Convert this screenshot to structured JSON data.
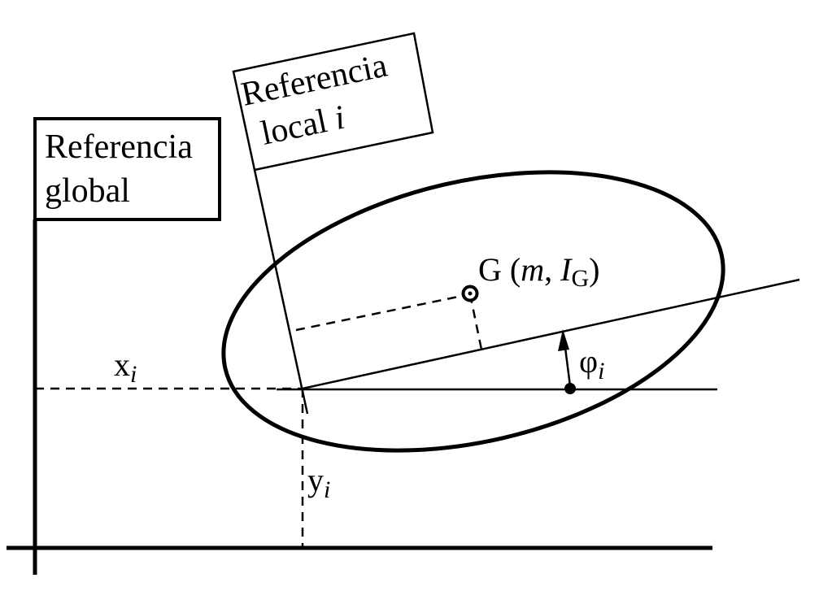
{
  "diagram": {
    "global_frame": {
      "line1": "Referencia",
      "line2": "global"
    },
    "local_frame": {
      "line1": "Referencia",
      "line2_text": "local ",
      "line2_index": "i"
    },
    "centroid_label": {
      "prefix": "G (",
      "mass": "m",
      "separator": ", ",
      "inertia": "I",
      "inertia_sub": "G",
      "suffix": ")"
    },
    "x_label": {
      "base": "x",
      "sub": "i"
    },
    "y_label": {
      "base": "y",
      "sub": "i"
    },
    "angle_label": {
      "base": "φ",
      "sub": "i"
    },
    "colors": {
      "ink": "#000000",
      "background": "#ffffff"
    }
  }
}
